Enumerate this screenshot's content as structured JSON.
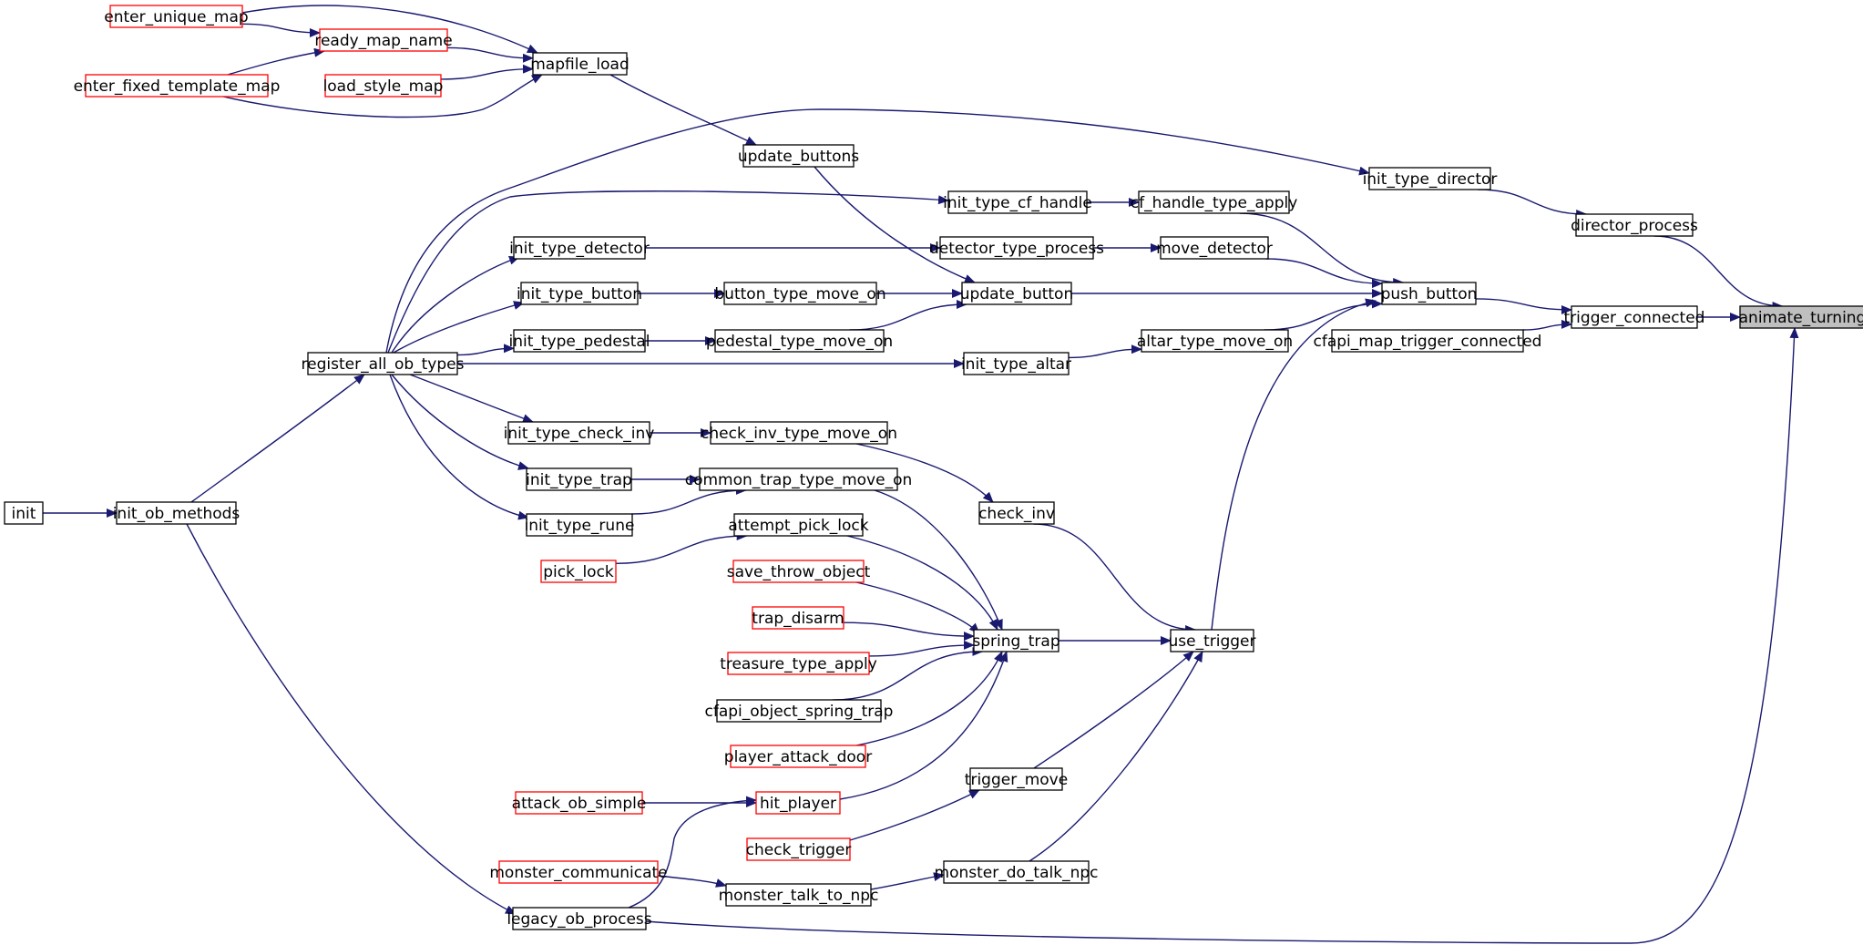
{
  "graph": {
    "focus_node": "animate_turning",
    "colors": {
      "edge": "#191970",
      "normal_border": "#000000",
      "truncated_border": "#ff0000",
      "focus_fill": "#bfbfbf",
      "node_fill": "#ffffff"
    },
    "nodes": [
      {
        "id": "animate_turning",
        "label": "animate_turning",
        "style": "focus"
      },
      {
        "id": "director_process",
        "label": "director_process",
        "style": "normal"
      },
      {
        "id": "trigger_connected",
        "label": "trigger_connected",
        "style": "normal"
      },
      {
        "id": "init_type_director",
        "label": "init_type_director",
        "style": "normal"
      },
      {
        "id": "push_button",
        "label": "push_button",
        "style": "normal"
      },
      {
        "id": "cfapi_map_trigger_connected",
        "label": "cfapi_map_trigger_connected",
        "style": "normal"
      },
      {
        "id": "cf_handle_type_apply",
        "label": "cf_handle_type_apply",
        "style": "normal"
      },
      {
        "id": "move_detector",
        "label": "move_detector",
        "style": "normal"
      },
      {
        "id": "update_button",
        "label": "update_button",
        "style": "normal"
      },
      {
        "id": "altar_type_move_on",
        "label": "altar_type_move_on",
        "style": "normal"
      },
      {
        "id": "use_trigger",
        "label": "use_trigger",
        "style": "normal"
      },
      {
        "id": "init_type_cf_handle",
        "label": "init_type_cf_handle",
        "style": "normal"
      },
      {
        "id": "detector_type_process",
        "label": "detector_type_process",
        "style": "normal"
      },
      {
        "id": "update_buttons",
        "label": "update_buttons",
        "style": "normal"
      },
      {
        "id": "button_type_move_on",
        "label": "button_type_move_on",
        "style": "normal"
      },
      {
        "id": "pedestal_type_move_on",
        "label": "pedestal_type_move_on",
        "style": "normal"
      },
      {
        "id": "init_type_altar",
        "label": "init_type_altar",
        "style": "normal"
      },
      {
        "id": "spring_trap",
        "label": "spring_trap",
        "style": "normal"
      },
      {
        "id": "check_inv",
        "label": "check_inv",
        "style": "normal"
      },
      {
        "id": "trigger_move",
        "label": "trigger_move",
        "style": "normal"
      },
      {
        "id": "monster_do_talk_npc",
        "label": "monster_do_talk_npc",
        "style": "normal"
      },
      {
        "id": "mapfile_load",
        "label": "mapfile_load",
        "style": "normal"
      },
      {
        "id": "register_all_ob_types",
        "label": "register_all_ob_types",
        "style": "normal"
      },
      {
        "id": "init_type_detector",
        "label": "init_type_detector",
        "style": "normal"
      },
      {
        "id": "init_type_button",
        "label": "init_type_button",
        "style": "normal"
      },
      {
        "id": "init_type_pedestal",
        "label": "init_type_pedestal",
        "style": "normal"
      },
      {
        "id": "check_inv_type_move_on",
        "label": "check_inv_type_move_on",
        "style": "normal"
      },
      {
        "id": "common_trap_type_move_on",
        "label": "common_trap_type_move_on",
        "style": "normal"
      },
      {
        "id": "attempt_pick_lock",
        "label": "attempt_pick_lock",
        "style": "normal"
      },
      {
        "id": "save_throw_object",
        "label": "save_throw_object",
        "style": "truncated"
      },
      {
        "id": "trap_disarm",
        "label": "trap_disarm",
        "style": "truncated"
      },
      {
        "id": "treasure_type_apply",
        "label": "treasure_type_apply",
        "style": "truncated"
      },
      {
        "id": "cfapi_object_spring_trap",
        "label": "cfapi_object_spring_trap",
        "style": "normal"
      },
      {
        "id": "player_attack_door",
        "label": "player_attack_door",
        "style": "truncated"
      },
      {
        "id": "hit_player",
        "label": "hit_player",
        "style": "truncated"
      },
      {
        "id": "check_trigger",
        "label": "check_trigger",
        "style": "truncated"
      },
      {
        "id": "monster_talk_to_npc",
        "label": "monster_talk_to_npc",
        "style": "normal"
      },
      {
        "id": "init_type_check_inv",
        "label": "init_type_check_inv",
        "style": "normal"
      },
      {
        "id": "init_type_trap",
        "label": "init_type_trap",
        "style": "normal"
      },
      {
        "id": "init_type_rune",
        "label": "init_type_rune",
        "style": "normal"
      },
      {
        "id": "pick_lock",
        "label": "pick_lock",
        "style": "truncated"
      },
      {
        "id": "attack_ob_simple",
        "label": "attack_ob_simple",
        "style": "truncated"
      },
      {
        "id": "monster_communicate",
        "label": "monster_communicate",
        "style": "truncated"
      },
      {
        "id": "legacy_ob_process",
        "label": "legacy_ob_process",
        "style": "normal"
      },
      {
        "id": "init_ob_methods",
        "label": "init_ob_methods",
        "style": "normal"
      },
      {
        "id": "init",
        "label": "init",
        "style": "normal"
      },
      {
        "id": "enter_unique_map",
        "label": "enter_unique_map",
        "style": "truncated"
      },
      {
        "id": "ready_map_name",
        "label": "ready_map_name",
        "style": "truncated"
      },
      {
        "id": "enter_fixed_template_map",
        "label": "enter_fixed_template_map",
        "style": "truncated"
      },
      {
        "id": "load_style_map",
        "label": "load_style_map",
        "style": "truncated"
      }
    ],
    "edges": [
      {
        "from": "director_process",
        "to": "animate_turning"
      },
      {
        "from": "trigger_connected",
        "to": "animate_turning"
      },
      {
        "from": "legacy_ob_process",
        "to": "animate_turning"
      },
      {
        "from": "init_type_director",
        "to": "director_process"
      },
      {
        "from": "push_button",
        "to": "trigger_connected"
      },
      {
        "from": "cfapi_map_trigger_connected",
        "to": "trigger_connected"
      },
      {
        "from": "register_all_ob_types",
        "to": "init_type_director"
      },
      {
        "from": "cf_handle_type_apply",
        "to": "push_button"
      },
      {
        "from": "move_detector",
        "to": "push_button"
      },
      {
        "from": "update_button",
        "to": "push_button"
      },
      {
        "from": "altar_type_move_on",
        "to": "push_button"
      },
      {
        "from": "use_trigger",
        "to": "push_button"
      },
      {
        "from": "init_type_cf_handle",
        "to": "cf_handle_type_apply"
      },
      {
        "from": "register_all_ob_types",
        "to": "init_type_cf_handle"
      },
      {
        "from": "detector_type_process",
        "to": "move_detector"
      },
      {
        "from": "init_type_detector",
        "to": "detector_type_process"
      },
      {
        "from": "update_buttons",
        "to": "update_button"
      },
      {
        "from": "button_type_move_on",
        "to": "update_button"
      },
      {
        "from": "pedestal_type_move_on",
        "to": "update_button"
      },
      {
        "from": "mapfile_load",
        "to": "update_buttons"
      },
      {
        "from": "init_type_button",
        "to": "button_type_move_on"
      },
      {
        "from": "init_type_pedestal",
        "to": "pedestal_type_move_on"
      },
      {
        "from": "init_type_altar",
        "to": "altar_type_move_on"
      },
      {
        "from": "register_all_ob_types",
        "to": "init_type_altar"
      },
      {
        "from": "spring_trap",
        "to": "use_trigger"
      },
      {
        "from": "check_inv",
        "to": "use_trigger"
      },
      {
        "from": "trigger_move",
        "to": "use_trigger"
      },
      {
        "from": "monster_do_talk_npc",
        "to": "use_trigger"
      },
      {
        "from": "check_inv_type_move_on",
        "to": "check_inv"
      },
      {
        "from": "init_type_check_inv",
        "to": "check_inv_type_move_on"
      },
      {
        "from": "init_type_trap",
        "to": "common_trap_type_move_on"
      },
      {
        "from": "init_type_rune",
        "to": "common_trap_type_move_on"
      },
      {
        "from": "common_trap_type_move_on",
        "to": "spring_trap"
      },
      {
        "from": "attempt_pick_lock",
        "to": "spring_trap"
      },
      {
        "from": "save_throw_object",
        "to": "spring_trap"
      },
      {
        "from": "trap_disarm",
        "to": "spring_trap"
      },
      {
        "from": "treasure_type_apply",
        "to": "spring_trap"
      },
      {
        "from": "cfapi_object_spring_trap",
        "to": "spring_trap"
      },
      {
        "from": "player_attack_door",
        "to": "spring_trap"
      },
      {
        "from": "hit_player",
        "to": "spring_trap"
      },
      {
        "from": "pick_lock",
        "to": "attempt_pick_lock"
      },
      {
        "from": "attack_ob_simple",
        "to": "hit_player"
      },
      {
        "from": "legacy_ob_process",
        "to": "hit_player"
      },
      {
        "from": "check_trigger",
        "to": "trigger_move"
      },
      {
        "from": "monster_talk_to_npc",
        "to": "monster_do_talk_npc"
      },
      {
        "from": "monster_communicate",
        "to": "monster_talk_to_npc"
      },
      {
        "from": "register_all_ob_types",
        "to": "init_type_detector"
      },
      {
        "from": "register_all_ob_types",
        "to": "init_type_button"
      },
      {
        "from": "register_all_ob_types",
        "to": "init_type_pedestal"
      },
      {
        "from": "register_all_ob_types",
        "to": "init_type_check_inv"
      },
      {
        "from": "register_all_ob_types",
        "to": "init_type_trap"
      },
      {
        "from": "register_all_ob_types",
        "to": "init_type_rune"
      },
      {
        "from": "init_ob_methods",
        "to": "register_all_ob_types"
      },
      {
        "from": "init_ob_methods",
        "to": "legacy_ob_process"
      },
      {
        "from": "init",
        "to": "init_ob_methods"
      },
      {
        "from": "enter_unique_map",
        "to": "ready_map_name"
      },
      {
        "from": "enter_unique_map",
        "to": "mapfile_load"
      },
      {
        "from": "ready_map_name",
        "to": "mapfile_load"
      },
      {
        "from": "enter_fixed_template_map",
        "to": "ready_map_name"
      },
      {
        "from": "enter_fixed_template_map",
        "to": "mapfile_load"
      },
      {
        "from": "load_style_map",
        "to": "mapfile_load"
      }
    ]
  }
}
